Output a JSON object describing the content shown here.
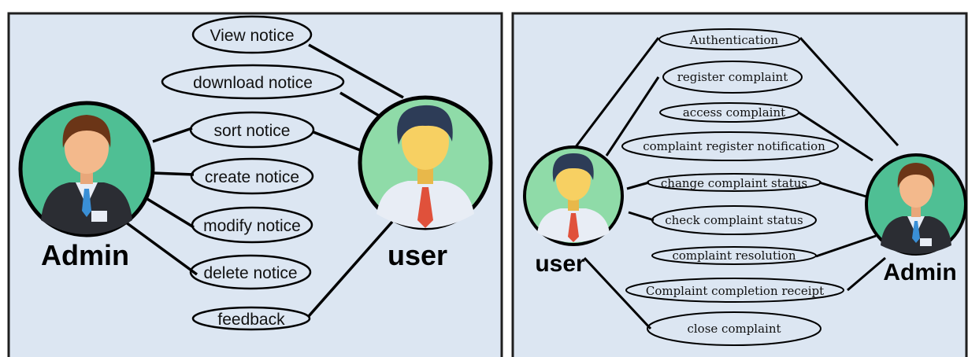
{
  "colors": {
    "panel_bg": "#dce6f2",
    "panel_border": "#1f1f1f",
    "line": "#000000",
    "admin_circle": "#4fbf94",
    "user_circle": "#8fdba8",
    "skin": "#f3b98c",
    "face_user": "#f7d062",
    "hair_admin": "#6b3517",
    "hair_user": "#2d3c57",
    "suit": "#2b2d33",
    "shirt": "#e8edf5",
    "tie_admin": "#3a8fd6",
    "tie_user": "#e0513b"
  },
  "left_panel": {
    "admin_label": "Admin",
    "user_label": "user",
    "use_cases": [
      "View notice",
      "download notice",
      "sort notice",
      "create notice",
      "modify notice",
      "delete notice",
      "feedback"
    ]
  },
  "right_panel": {
    "user_label": "user",
    "admin_label": "Admin",
    "use_cases": [
      "Authentication",
      "register complaint",
      "access complaint",
      "complaint register notification",
      "change complaint status",
      "check complaint status",
      "complaint resolution",
      "Complaint completion receipt",
      "close complaint"
    ]
  }
}
